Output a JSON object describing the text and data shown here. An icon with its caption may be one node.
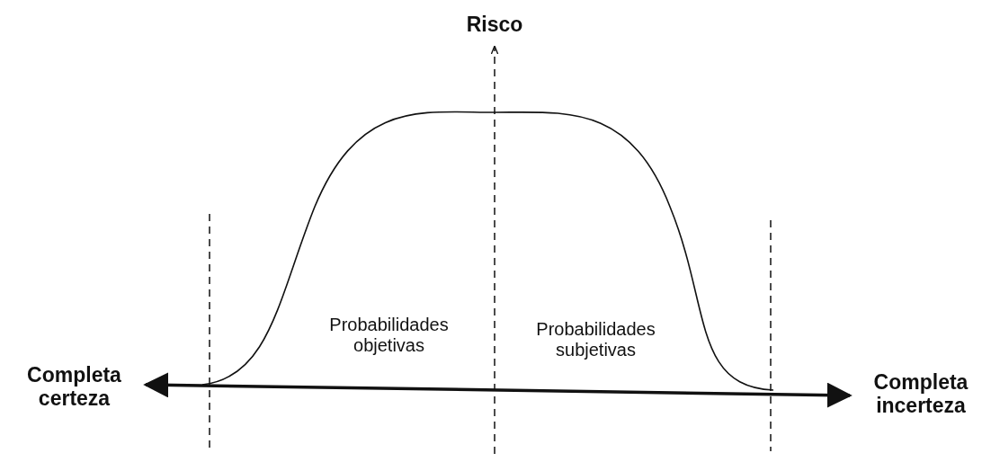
{
  "diagram": {
    "labels": [
      "Risco",
      "Completa certeza",
      "Probabilidades objetivas",
      "Probabilidades subjetivas",
      "Completa incerteza"
    ]
  }
}
